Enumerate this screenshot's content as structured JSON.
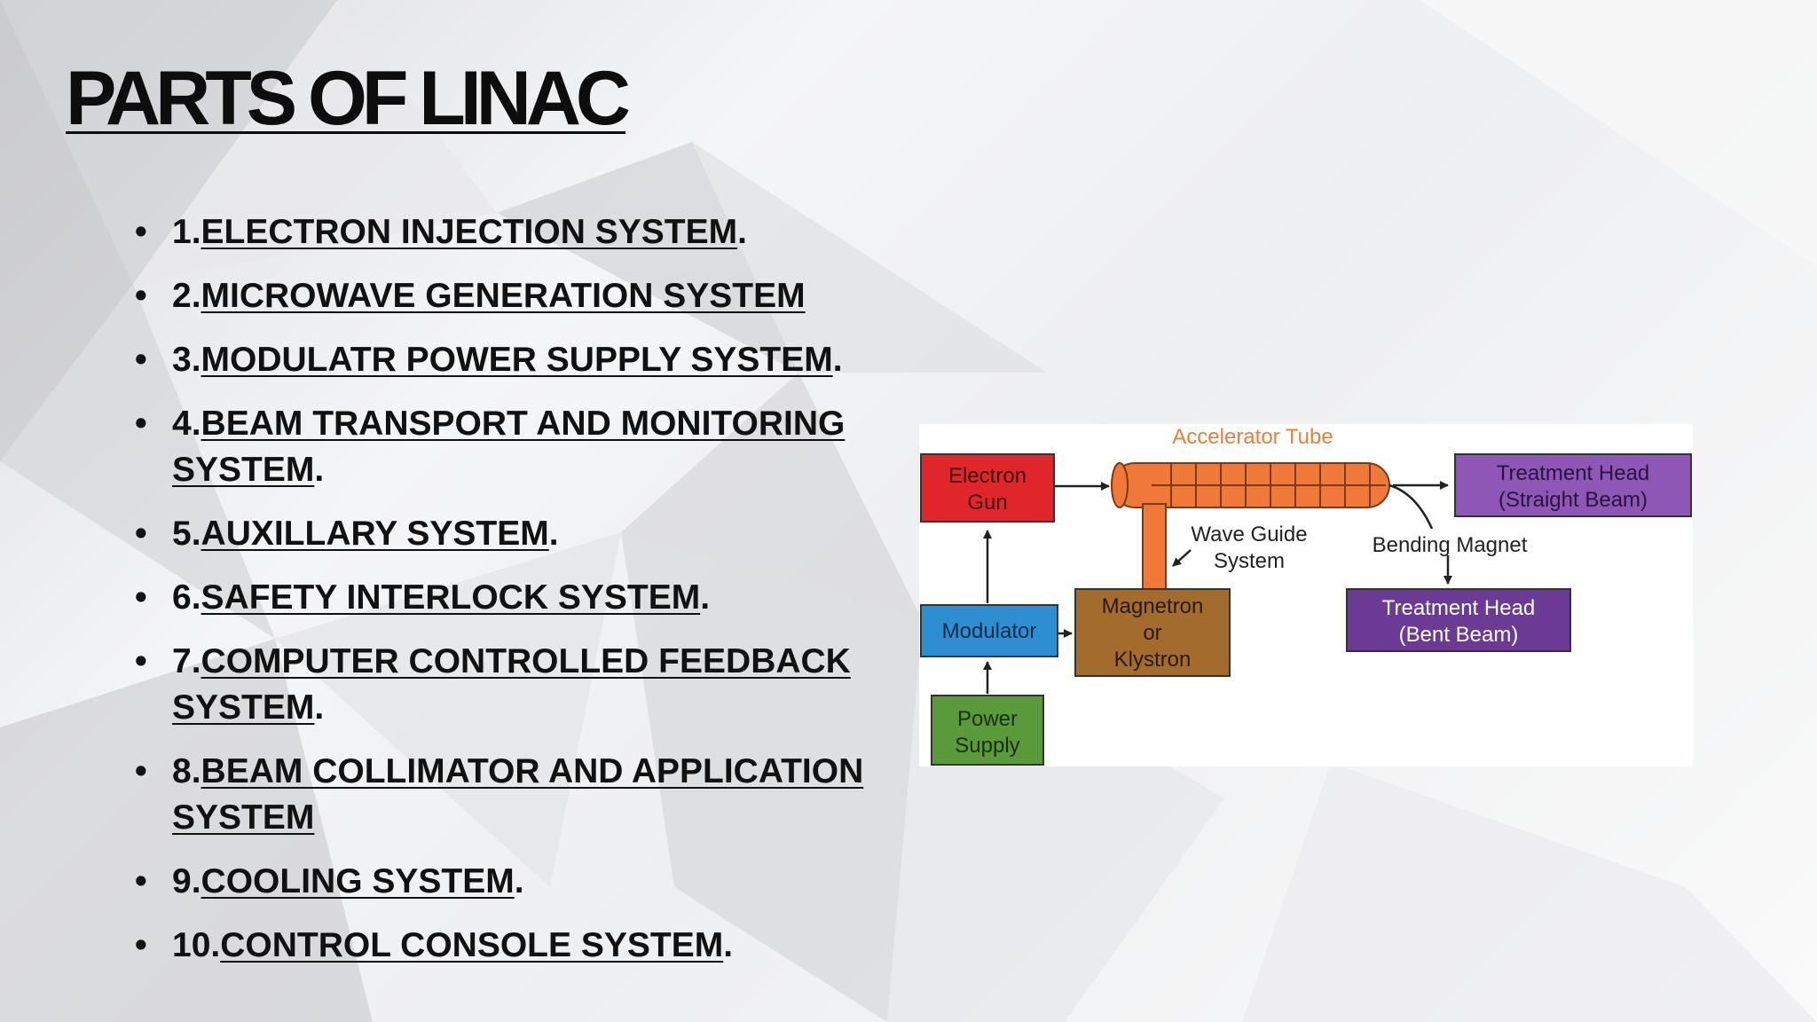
{
  "slide": {
    "title": "PARTS OF LINAC",
    "bullet_glyph": "•",
    "items": [
      {
        "num": "1.",
        "text": "ELECTRON INJECTION SYSTEM",
        "suffix": "."
      },
      {
        "num": "2.",
        "text": "MICROWAVE GENERATION SYSTEM",
        "suffix": ""
      },
      {
        "num": "3.",
        "text": "MODULATR POWER SUPPLY SYSTEM",
        "suffix": "."
      },
      {
        "num": "4.",
        "text": "BEAM TRANSPORT AND MONITORING SYSTEM",
        "suffix": "."
      },
      {
        "num": "5.",
        "text": "AUXILLARY SYSTEM",
        "suffix": "."
      },
      {
        "num": "6.",
        "text": "SAFETY INTERLOCK SYSTEM",
        "suffix": "."
      },
      {
        "num": "7.",
        "text": "COMPUTER CONTROLLED FEEDBACK SYSTEM",
        "suffix": "."
      },
      {
        "num": "8.",
        "text": "BEAM COLLIMATOR AND APPLICATION SYSTEM",
        "suffix": ""
      },
      {
        "num": "9.",
        "text": "COOLING SYSTEM",
        "suffix": "."
      },
      {
        "num": "10.",
        "text": "CONTROL CONSOLE SYSTEM",
        "suffix": "."
      }
    ]
  },
  "diagram": {
    "accelerator_tube": "Accelerator Tube",
    "electron_gun": [
      "Electron",
      "Gun"
    ],
    "treatment_head_straight": [
      "Treatment Head",
      "(Straight Beam)"
    ],
    "wave_guide": [
      "Wave Guide",
      "System"
    ],
    "bending_magnet": "Bending Magnet",
    "modulator": "Modulator",
    "magnetron": [
      "Magnetron",
      "or",
      "Klystron"
    ],
    "treatment_head_bent": [
      "Treatment Head",
      "(Bent Beam)"
    ],
    "power_supply": [
      "Power",
      "Supply"
    ],
    "colors": {
      "electron_gun": "#e0262b",
      "accelerator_tube": "#f0793a",
      "tube_label": "#e8803a",
      "treatment_head_straight": "#8e57b5",
      "modulator": "#2d8fd2",
      "magnetron": "#a36b2c",
      "treatment_head_bent": "#6a3a95",
      "power_supply": "#5a9a3a"
    }
  }
}
